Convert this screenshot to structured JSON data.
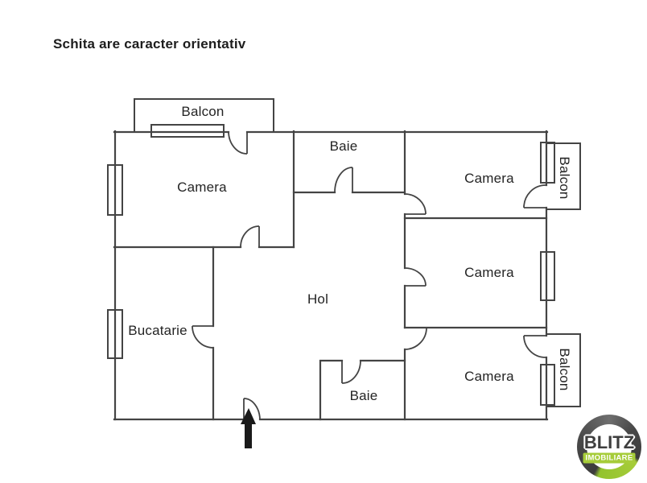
{
  "disclaimer": "Schita are caracter orientativ",
  "rooms": {
    "balcon_top": "Balcon",
    "camera_top_left": "Camera",
    "baie_top": "Baie",
    "camera_top_right": "Camera",
    "balcon_right_top": "Balcon",
    "camera_middle": "Camera",
    "hol": "Hol",
    "bucatarie": "Bucatarie",
    "baie_bottom": "Baie",
    "camera_bottom": "Camera",
    "balcon_right_bottom": "Balcon"
  },
  "logo": {
    "brand": "BLITZ",
    "subtitle": "IMOBILIARE"
  },
  "colors": {
    "wall_line": "#444444",
    "label_text": "#242424",
    "logo_green": "#a6cc39",
    "logo_ring_dark": "#3c3c3c",
    "entrance_arrow": "#1a1a1a"
  }
}
